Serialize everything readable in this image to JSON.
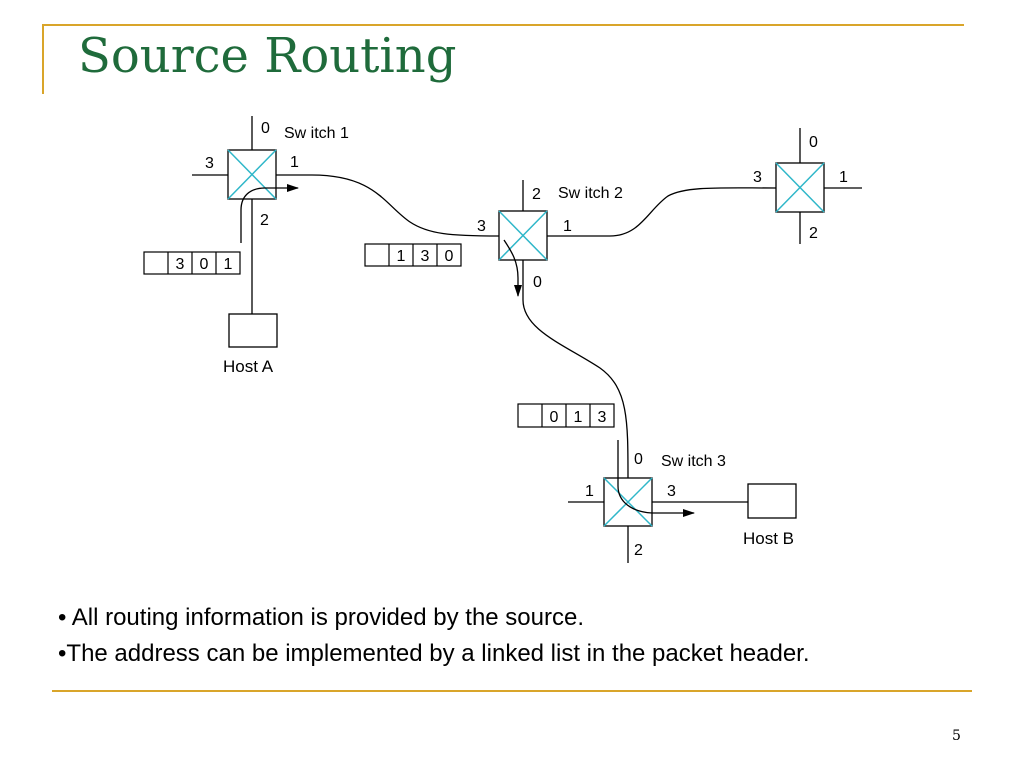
{
  "slide": {
    "title": "Source Routing",
    "page_number": "5",
    "bullets": [
      "• All routing information is provided by the source.",
      "•The address can be implemented by a linked list in the packet header."
    ],
    "accent_color": "#d9a52a",
    "title_color": "#1f6b3b"
  },
  "diagram": {
    "switch_cross_color": "#2fb7c9",
    "switches": [
      {
        "name": "Sw itch 1",
        "ports": [
          "0",
          "1",
          "2",
          "3"
        ]
      },
      {
        "name": "Sw itch 2",
        "ports": [
          "0",
          "1",
          "2",
          "3"
        ]
      },
      {
        "name": "",
        "ports": [
          "0",
          "1",
          "2",
          "3"
        ]
      },
      {
        "name": "Sw itch 3",
        "ports": [
          "0",
          "1",
          "2",
          "3"
        ]
      }
    ],
    "hosts": [
      "Host A",
      "Host B"
    ],
    "headers": [
      [
        "",
        "3",
        "0",
        "1"
      ],
      [
        "",
        "1",
        "3",
        "0"
      ],
      [
        "",
        "0",
        "1",
        "3"
      ]
    ]
  }
}
